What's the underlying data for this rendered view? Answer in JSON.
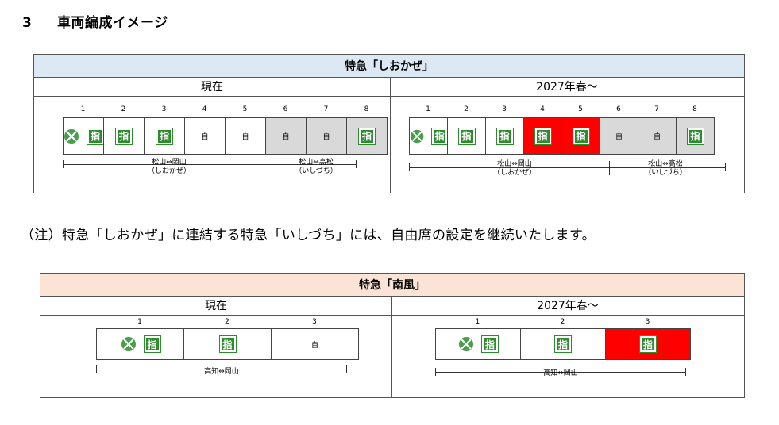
{
  "heading": {
    "number": "3",
    "title": "車両編成イメージ"
  },
  "note": "（注）特急「しおかぜ」に連結する特急「いしづち」には、自由席の設定を継続いたします。",
  "labels": {
    "current": "現在",
    "future": "2027年春～",
    "reserved": "指",
    "free": "自"
  },
  "colors": {
    "shiokaze_header": "#dce9f5",
    "nanpu_header": "#fbe4d5",
    "reserved_green": "#2e8b2e",
    "new_red": "#ff0000",
    "gray_car": "#d9d9d9"
  },
  "shiokaze": {
    "title": "特急「しおかぜ」",
    "current": {
      "car_numbers": [
        "1",
        "2",
        "3",
        "4",
        "5",
        "6",
        "7",
        "8"
      ],
      "cars": [
        {
          "type": "reserved",
          "icon": "green-icon",
          "fill": "white"
        },
        {
          "type": "reserved",
          "fill": "white"
        },
        {
          "type": "reserved",
          "fill": "white"
        },
        {
          "type": "free",
          "fill": "white"
        },
        {
          "type": "free",
          "fill": "white"
        },
        {
          "type": "free",
          "fill": "gray"
        },
        {
          "type": "free",
          "fill": "gray"
        },
        {
          "type": "reserved",
          "fill": "gray"
        }
      ],
      "route_a": "松山⇔岡山",
      "route_a_sub": "（しおかぜ）",
      "route_b": "松山⇔高松",
      "route_b_sub": "（いしづち）"
    },
    "future": {
      "car_numbers": [
        "1",
        "2",
        "3",
        "4",
        "5",
        "6",
        "7",
        "8"
      ],
      "cars": [
        {
          "type": "reserved",
          "icon": "green-icon",
          "fill": "white"
        },
        {
          "type": "reserved",
          "fill": "white"
        },
        {
          "type": "reserved",
          "fill": "white"
        },
        {
          "type": "reserved",
          "fill": "red"
        },
        {
          "type": "reserved",
          "fill": "red"
        },
        {
          "type": "free",
          "fill": "gray"
        },
        {
          "type": "free",
          "fill": "gray"
        },
        {
          "type": "reserved",
          "fill": "gray"
        }
      ],
      "route_a": "松山⇔岡山",
      "route_a_sub": "（しおかぜ）",
      "route_b": "松山⇔高松",
      "route_b_sub": "（いしづち）"
    }
  },
  "nanpu": {
    "title": "特急「南風」",
    "current": {
      "car_numbers": [
        "1",
        "2",
        "3"
      ],
      "cars": [
        {
          "type": "reserved",
          "icon": "green-icon",
          "fill": "white"
        },
        {
          "type": "reserved",
          "fill": "white"
        },
        {
          "type": "free",
          "fill": "white"
        }
      ],
      "route": "高知⇔岡山"
    },
    "future": {
      "car_numbers": [
        "1",
        "2",
        "3"
      ],
      "cars": [
        {
          "type": "reserved",
          "icon": "green-icon",
          "fill": "white"
        },
        {
          "type": "reserved",
          "fill": "white"
        },
        {
          "type": "reserved",
          "fill": "red"
        }
      ],
      "route": "高知⇔岡山"
    }
  }
}
